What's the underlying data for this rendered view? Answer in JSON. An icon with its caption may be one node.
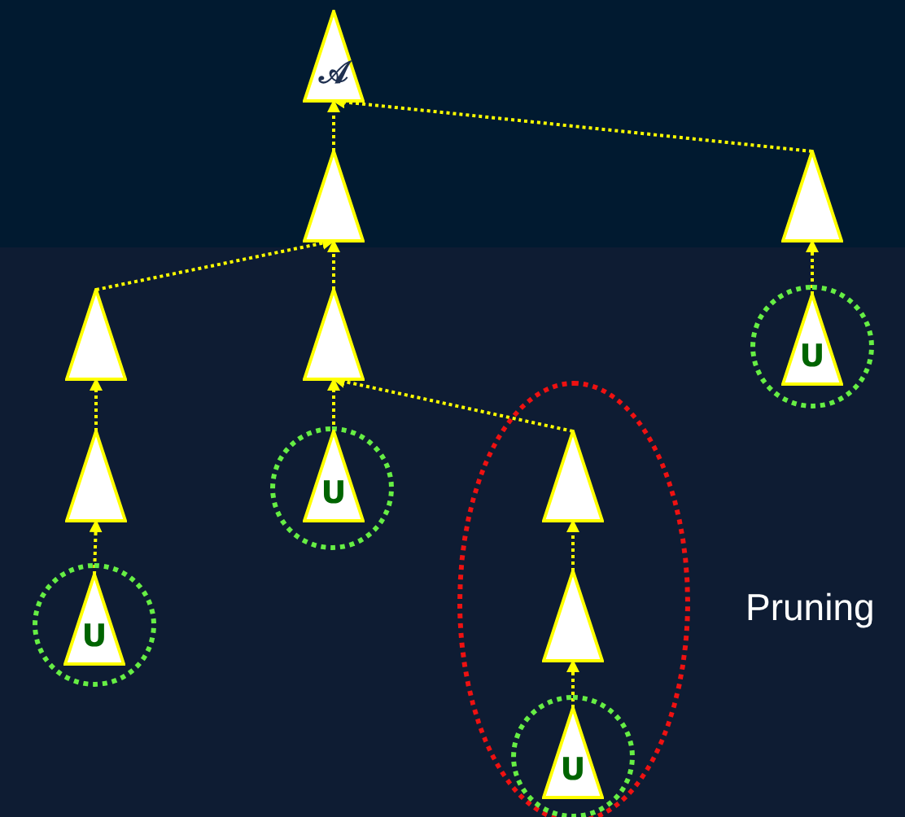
{
  "diagram": {
    "nodes": [
      {
        "text": [
          "𝒜"
        ]
      },
      {
        "text": [],
        "shape": "triangle"
      },
      {
        "text": [],
        "shape": "triangle"
      },
      {
        "text": [],
        "shape": "circle"
      },
      {
        "text": [
          "U"
        ],
        "in": 3
      },
      {
        "text": [],
        "shape": "triangle"
      },
      {
        "text": [],
        "shape": "triangle"
      },
      {
        "text": [],
        "shape": "triangle"
      },
      {
        "text": [],
        "shape": "circle"
      },
      {
        "text": [
          "U"
        ],
        "in": 8
      },
      {
        "text": [],
        "shape": "ellipse"
      },
      {
        "text": [],
        "shape": "triangle",
        "in": 10
      },
      {
        "text": [],
        "shape": "triangle",
        "in": 10
      },
      {
        "text": [],
        "shape": "circle"
      },
      {
        "text": [
          "U"
        ],
        "in": 13
      },
      {
        "text": [],
        "shape": "circle",
        "in": 10
      },
      {
        "text": [
          "U"
        ],
        "in": 15
      }
    ],
    "edges": [
      {
        "from": 1,
        "to": 0,
        "arrow": "to"
      },
      {
        "from": 2,
        "to": 0,
        "arrow": "to"
      },
      {
        "from": 4,
        "to": 2,
        "arrow": "to"
      },
      {
        "from": 5,
        "to": 1,
        "arrow": "to"
      },
      {
        "from": 6,
        "to": 1,
        "arrow": "to"
      },
      {
        "from": 7,
        "to": 5,
        "arrow": "to"
      },
      {
        "from": 9,
        "to": 6,
        "arrow": "to"
      },
      {
        "from": 11,
        "to": 6,
        "arrow": "to"
      },
      {
        "from": 12,
        "to": 11,
        "arrow": "to"
      },
      {
        "from": 14,
        "to": 7,
        "arrow": "to"
      },
      {
        "from": 16,
        "to": 12,
        "arrow": "to"
      }
    ],
    "labels": [
      "Pruning"
    ]
  }
}
